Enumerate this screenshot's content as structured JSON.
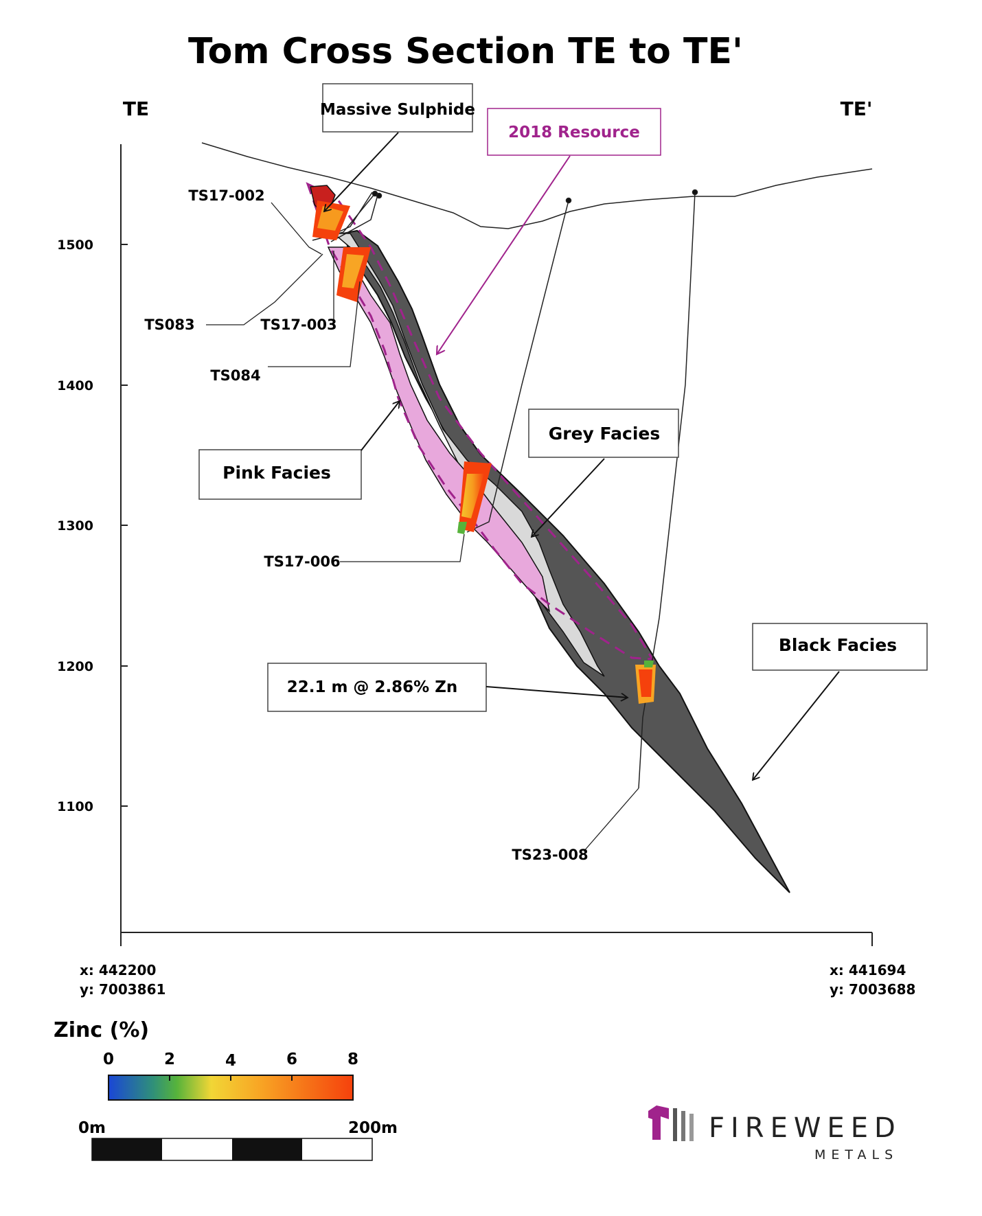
{
  "title": "Tom Cross Section TE to TE'",
  "section_ends": {
    "left": "TE",
    "right": "TE'"
  },
  "elevation_ticks": [
    "1500",
    "1400",
    "1300",
    "1200",
    "1100"
  ],
  "coordinates": {
    "left": {
      "x": "x: 442200",
      "y": "y: 7003861"
    },
    "right": {
      "x": "x: 441694",
      "y": "y: 7003688"
    }
  },
  "drill_holes": [
    "TS17-002",
    "TS083",
    "TS17-003",
    "TS084",
    "TS17-006",
    "TS23-008"
  ],
  "labels": {
    "massive_sulphide": "Massive Sulphide",
    "resource": "2018 Resource",
    "grey_facies": "Grey Facies",
    "pink_facies": "Pink Facies",
    "black_facies": "Black Facies",
    "intercept": "22.1 m @ 2.86% Zn"
  },
  "colors": {
    "black_facies": "#555555",
    "grey_facies": "#d9d9d9",
    "pink_facies": "#e8a8dc",
    "resource_outline": "#a0238c",
    "massive_sulphide": "#c8201e"
  },
  "zinc_legend": {
    "title": "Zinc (%)",
    "ticks": [
      "0",
      "2",
      "4",
      "6",
      "8"
    ],
    "colors": [
      "#1a46d6",
      "#3bb04a",
      "#f5c32c",
      "#f79a1e",
      "#f5410c"
    ]
  },
  "scale_bar": {
    "start": "0m",
    "end": "200m"
  },
  "logo": {
    "name": "FIREWEED",
    "subtitle": "METALS"
  }
}
